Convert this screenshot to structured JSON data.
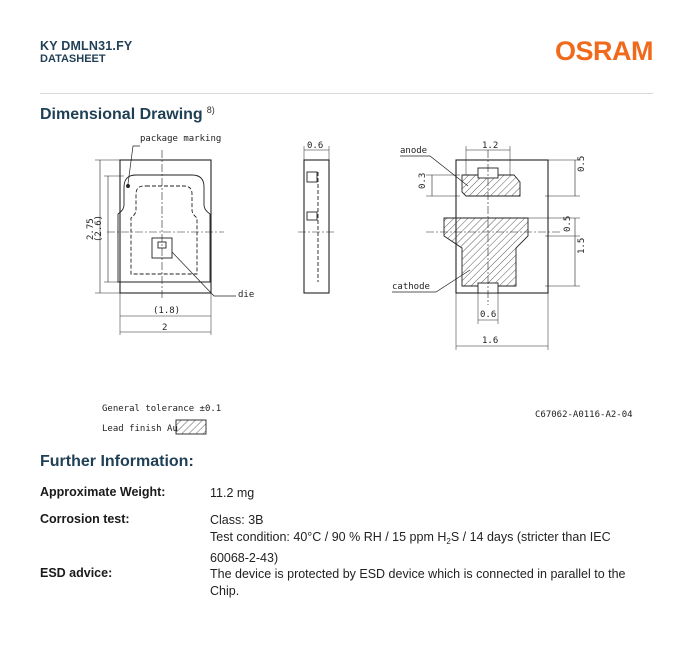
{
  "header": {
    "product": "KY DMLN31.FY",
    "doc_type": "DATASHEET",
    "logo": "OSRAM"
  },
  "dimensional": {
    "title": "Dimensional Drawing",
    "footnote_ref": "8)",
    "labels": {
      "package_marking": "package marking",
      "die": "die",
      "anode": "anode",
      "cathode": "cathode"
    },
    "dims": {
      "d275": "2.75",
      "d26": "(2.6)",
      "d18": "(1.8)",
      "d2": "2",
      "d06_top": "0.6",
      "d12": "1.2",
      "d03": "0.3",
      "d05_a": "0.5",
      "d05_b": "0.5",
      "d15": "1.5",
      "d06_bot": "0.6",
      "d16": "1.6"
    },
    "general_tolerance": "General tolerance ±0.1",
    "lead_finish": "Lead finish Au",
    "drawing_code": "C67062-A0116-A2-04"
  },
  "further": {
    "title": "Further Information:",
    "weight": {
      "label": "Approximate Weight:",
      "value": "11.2 mg"
    },
    "corrosion": {
      "label": "Corrosion test:",
      "class": "Class: 3B",
      "cond_a": "Test condition: 40°C / 90 % RH / 15 ppm H",
      "cond_sub": "2",
      "cond_b": "S / 14 days (stricter than IEC 60068-2-43)"
    },
    "esd": {
      "label": "ESD advice:",
      "value": "The device is protected by ESD device which is connected in parallel to the Chip."
    }
  }
}
